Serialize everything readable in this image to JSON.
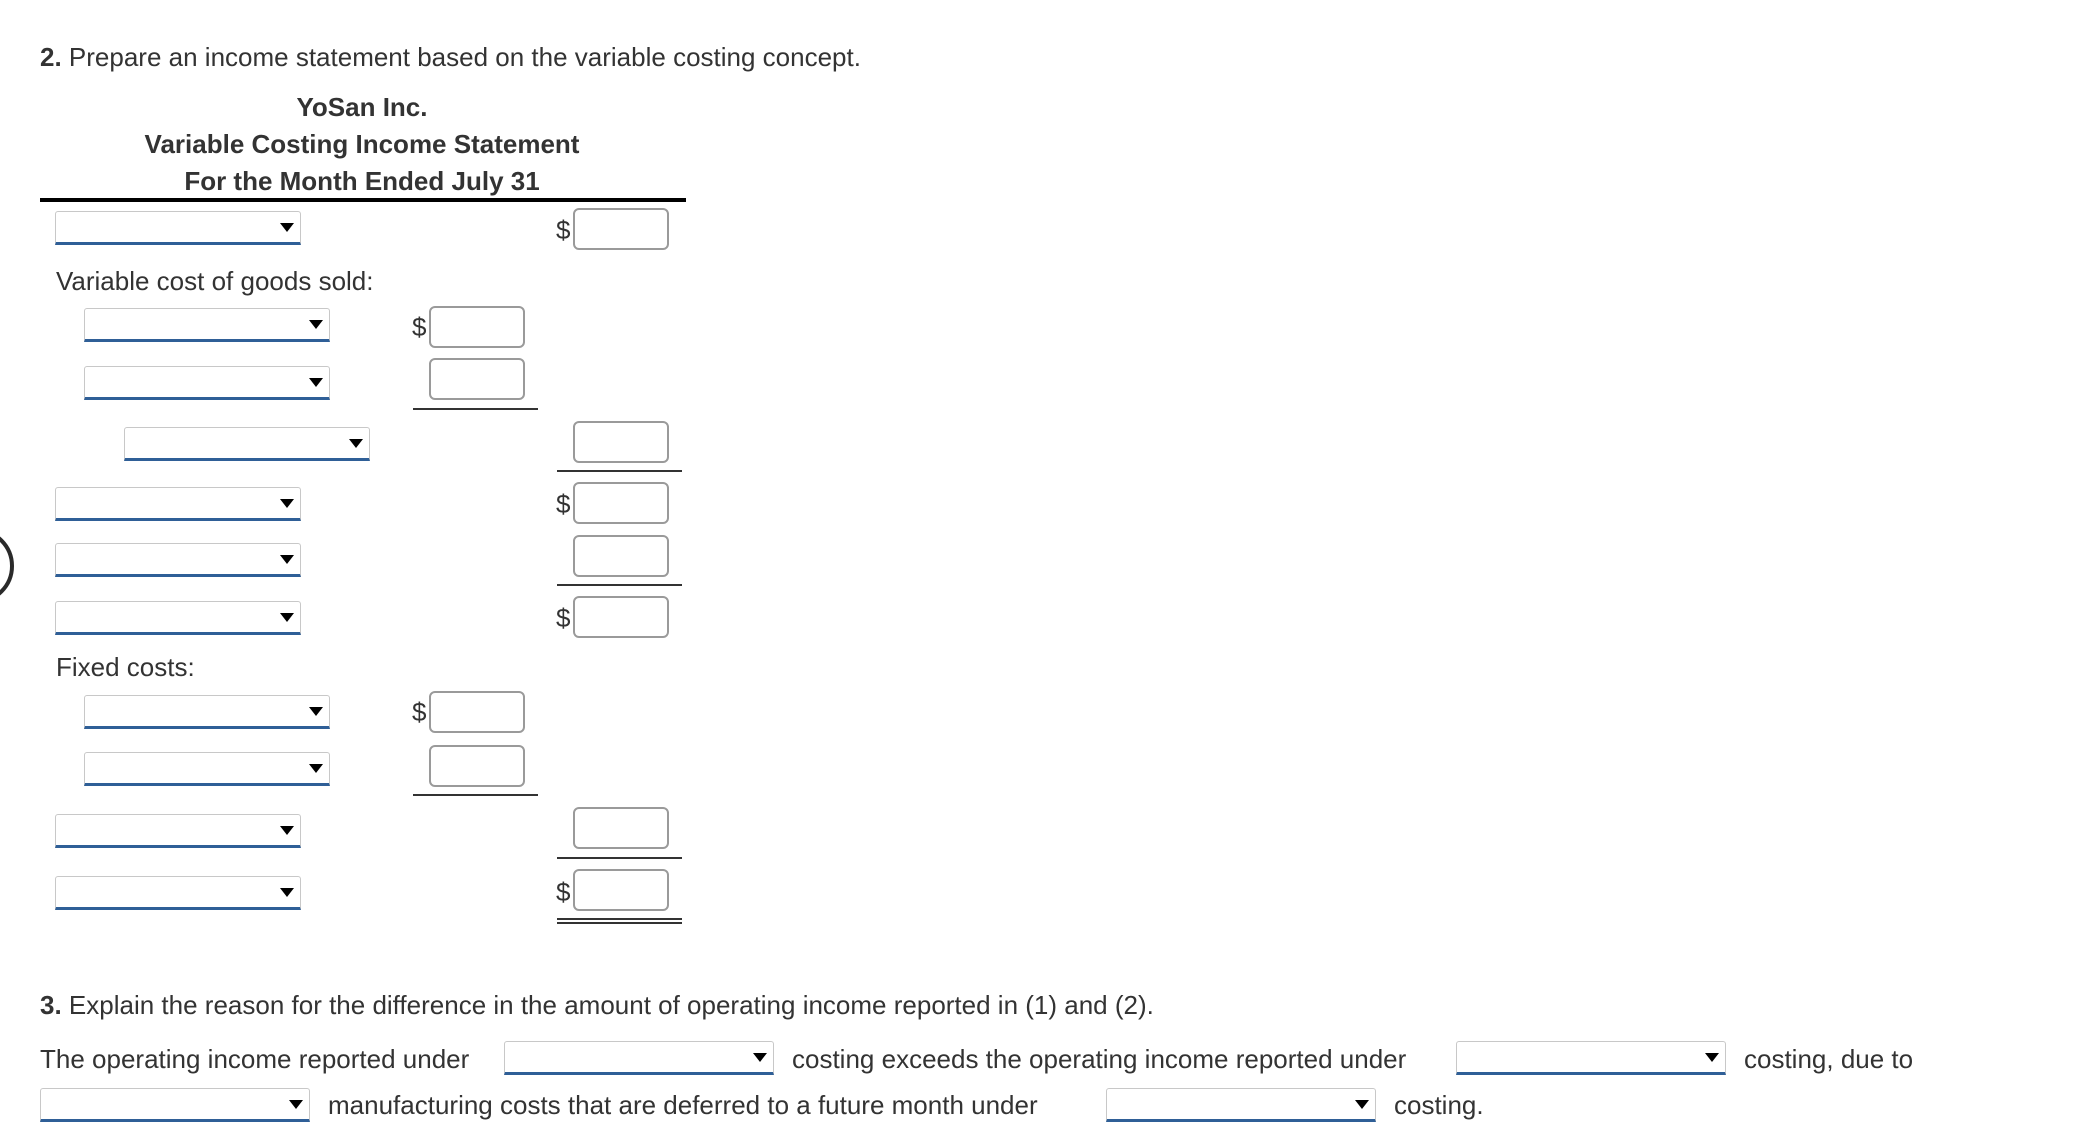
{
  "q2": {
    "number": "2.",
    "text": "Prepare an income statement based on the variable costing concept."
  },
  "statement": {
    "company": "YoSan Inc.",
    "title": "Variable Costing Income Statement",
    "period": "For the Month Ended July 31",
    "variable_cogs_label": "Variable cost of goods sold:",
    "fixed_costs_label": "Fixed costs:",
    "currency": "$",
    "selected_value": "",
    "amount_value": ""
  },
  "q3": {
    "number": "3.",
    "text": "Explain the reason for the difference in the amount of operating income reported in (1) and (2).",
    "s1": "The operating income reported under",
    "s2": "costing exceeds the operating income reported under",
    "s3": "costing, due to",
    "s4": "manufacturing costs that are deferred to a future month under",
    "s5": "costing."
  },
  "icons": {
    "dropdown": "chevron-down-icon"
  }
}
